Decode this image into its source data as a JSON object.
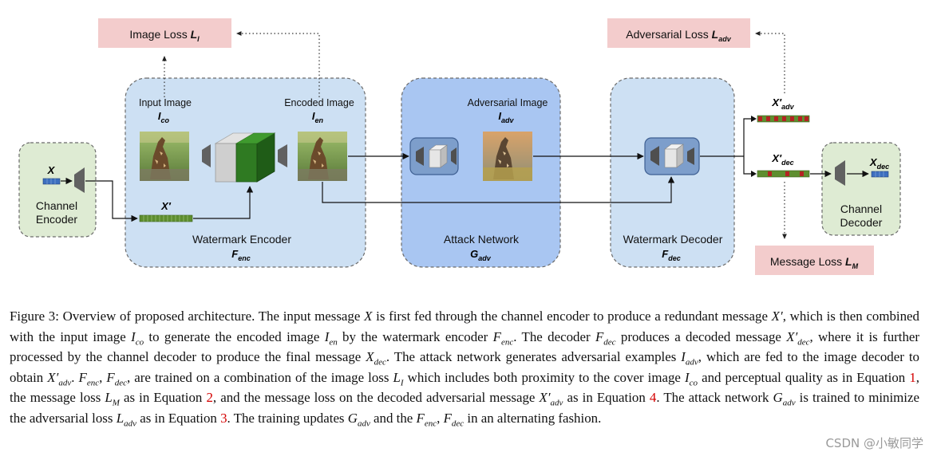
{
  "nodes": {
    "channel_encoder": {
      "line1": "Channel",
      "line2": "Encoder",
      "input_symbol": "X"
    },
    "watermark_encoder": {
      "label": "Watermark Encoder",
      "symbol": "F",
      "symbol_sub": "enc",
      "redundant_symbol": "X′"
    },
    "input_image": {
      "label": "Input Image",
      "symbol": "I",
      "symbol_sub": "co"
    },
    "encoded_image": {
      "label": "Encoded Image",
      "symbol": "I",
      "symbol_sub": "en"
    },
    "attack_network": {
      "label": "Attack Network",
      "symbol": "G",
      "symbol_sub": "adv",
      "image_label": "Adversarial Image",
      "image_symbol": "I",
      "image_symbol_sub": "adv"
    },
    "watermark_decoder": {
      "label": "Watermark Decoder",
      "symbol": "F",
      "symbol_sub": "dec"
    },
    "channel_decoder": {
      "line1": "Channel",
      "line2": "Decoder",
      "output_symbol": "X",
      "output_symbol_sub": "dec"
    },
    "adv_message": {
      "symbol": "X′",
      "symbol_sub": "adv"
    },
    "dec_message": {
      "symbol": "X′",
      "symbol_sub": "dec"
    }
  },
  "losses": {
    "image": {
      "text": "Image Loss ",
      "symbol": "L",
      "symbol_sub": "I"
    },
    "adversarial": {
      "text": "Adversarial Loss ",
      "symbol": "L",
      "symbol_sub": "adv"
    },
    "message": {
      "text": "Message Loss ",
      "symbol": "L",
      "symbol_sub": "M"
    }
  },
  "caption": {
    "s1": "Figure 3: Overview of proposed architecture. The input message ",
    "s2": " is first fed through the channel encoder to produce a redundant message ",
    "s3": ", which is then combined with the input image ",
    "s4": " to generate the encoded image ",
    "s5": " by the watermark encoder ",
    "s6": ". The decoder ",
    "s7": " produces a decoded message ",
    "s8": ", where it is further processed by the channel decoder to produce the final message ",
    "s9": ". The attack network generates adversarial examples ",
    "s10": ", which are fed to the image decoder to obtain ",
    "s11": ", are trained on a combination of the image loss ",
    "s12": " which includes both proximity to the cover image ",
    "s13": " and perceptual quality as in Equation ",
    "ref1": "1",
    "s14": ", the message loss ",
    "s15": " as in Equation ",
    "ref2": "2",
    "s16": ", and the message loss on the decoded adversarial message ",
    "s17": " as in Equation ",
    "ref4": "4",
    "s18": ". The attack network ",
    "s19": " is trained to minimize the adversarial loss ",
    "s20": " as in Equation ",
    "ref3": "3",
    "s21": ". The training updates ",
    "s22": " and the ",
    "s23": " in an alternating fashion."
  },
  "watermark": "CSDN @小敏同学",
  "colors": {
    "channel_box": "#deebd3",
    "watermark_box": "#cde0f3",
    "attack_box": "#a9c6f2",
    "loss_box": "#f3cccc",
    "green_cube": "#2f7a22",
    "grey_cube": "#cfcfcf",
    "message_red": "#b42323",
    "message_blue": "#3d6fbf",
    "message_green": "#5e8e2f",
    "equation_ref": "#d40000"
  }
}
